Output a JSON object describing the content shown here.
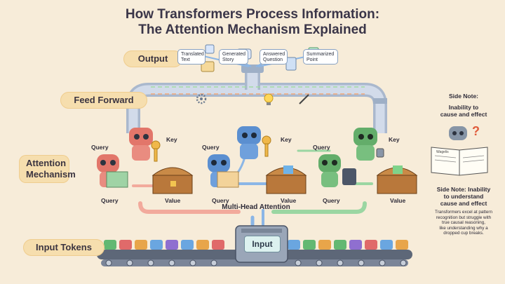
{
  "title": {
    "line1": "How Transformers Process Information:",
    "line2": "The Attention Mechanism Explained"
  },
  "stages": {
    "output": "Output",
    "feed_forward": "Feed Forward",
    "attention_line1": "Attention",
    "attention_line2": "Mechanism",
    "input_tokens": "Input Tokens"
  },
  "outputs": [
    {
      "line1": "Translated",
      "line2": "Text"
    },
    {
      "line1": "Generated",
      "line2": "Story"
    },
    {
      "line1": "Answered",
      "line2": "Question"
    },
    {
      "line1": "Summarized",
      "line2": "Point"
    }
  ],
  "attention": {
    "query": "Query",
    "key": "Key",
    "value": "Value",
    "multi_head": "Multi-Head Attention"
  },
  "input_machine": "Input",
  "side_note": {
    "heading": "Side Note:",
    "subtitle_line1": "Inability to",
    "subtitle_line2": "cause and effect",
    "book_label": "Wagelis",
    "heading2_line1": "Side Note: Inability",
    "heading2_line2": "to understand",
    "heading2_line3": "cause and effect",
    "body_line1": "Transformers excel at pattern",
    "body_line2": "recognition but struggle with",
    "body_line3": "true causal reasoning,",
    "body_line4": "like understanding why a",
    "body_line5": "dropped cup breaks."
  },
  "colors": {
    "background": "#f7ecd9",
    "pill": "#f6deae",
    "pipe": "#b8c4d8",
    "arrow_red": "#ef9b8e",
    "arrow_green": "#8fd39a",
    "arrow_blue": "#8bb6e6",
    "robot_red": "#e2766a",
    "robot_blue": "#5b8fd0",
    "robot_green": "#63ad6a"
  },
  "icons": [
    "document-icon",
    "translate-icon",
    "chat-bubble-icon",
    "lightbulb-icon",
    "gear-icon",
    "magnifier-icon",
    "key-icon",
    "treasure-chest-icon",
    "robot-icon",
    "map-icon",
    "compass-icon",
    "tablet-icon",
    "book-icon",
    "question-mark-icon",
    "conveyor-belt-icon"
  ]
}
